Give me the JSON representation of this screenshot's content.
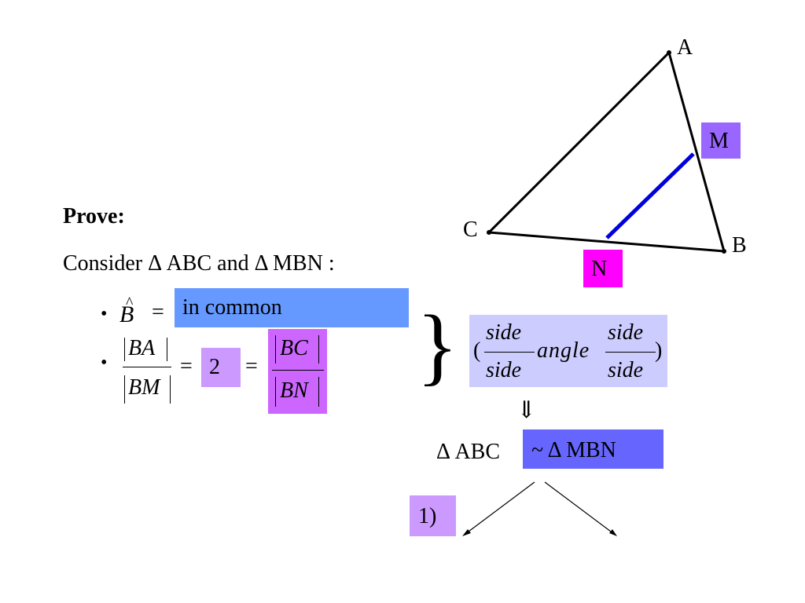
{
  "colors": {
    "m_box": "#9966ff",
    "n_box": "#ff00ff",
    "common_box": "#6699ff",
    "two_box": "#cc99ff",
    "bc_bn_box": "#cc66ff",
    "sas_box": "#ccccff",
    "similar_box": "#6666ff",
    "step_box": "#cc99ff",
    "median_line": "#0000dd"
  },
  "triangle": {
    "label_a": "A",
    "label_b": "B",
    "label_c": "C",
    "label_m": "M",
    "label_n": "N"
  },
  "proof": {
    "heading": "Prove:",
    "consider": "Consider Δ ABC and Δ MBN :",
    "bullet": "•",
    "angle_var": "B",
    "angle_hat": "^",
    "equals": "=",
    "in_common": "in common",
    "ratio_left_num": "BA",
    "ratio_left_den": "BM",
    "ratio_value": "2",
    "ratio_right_num": "BC",
    "ratio_right_den": "BN"
  },
  "criterion": {
    "brace": "}",
    "open_paren": "(",
    "close_paren": ")",
    "side": "side",
    "angle": "angle"
  },
  "conclusion": {
    "implies": "⇓",
    "left": "Δ ABC",
    "right": "~ Δ MBN",
    "step": "1)"
  }
}
